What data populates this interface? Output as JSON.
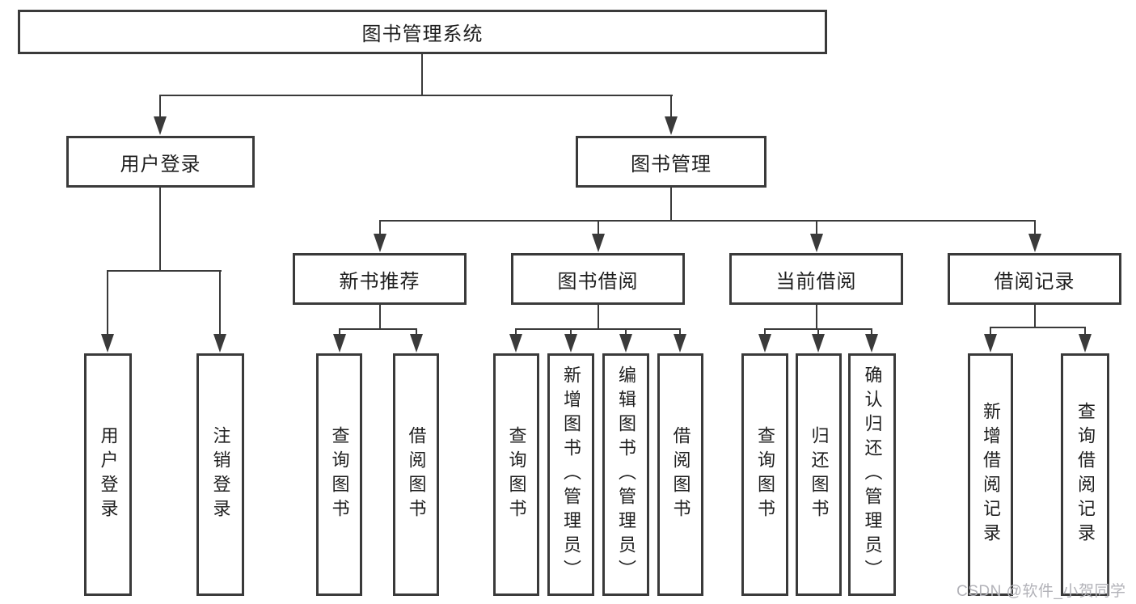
{
  "tree": {
    "root": {
      "label": "图书管理系统"
    },
    "branches": [
      {
        "label": "用户登录",
        "leaves": [
          {
            "label": "用户登录"
          },
          {
            "label": "注销登录"
          }
        ]
      },
      {
        "label": "图书管理",
        "groups": [
          {
            "label": "新书推荐",
            "leaves": [
              {
                "label": "查询图书"
              },
              {
                "label": "借阅图书"
              }
            ]
          },
          {
            "label": "图书借阅",
            "leaves": [
              {
                "label": "查询图书"
              },
              {
                "label": "新增图书（管理员）"
              },
              {
                "label": "编辑图书（管理员）"
              },
              {
                "label": "借阅图书"
              }
            ]
          },
          {
            "label": "当前借阅",
            "leaves": [
              {
                "label": "查询图书"
              },
              {
                "label": "归还图书"
              },
              {
                "label": "确认归还（管理员）"
              }
            ]
          },
          {
            "label": "借阅记录",
            "leaves": [
              {
                "label": "新增借阅记录"
              },
              {
                "label": "查询借阅记录"
              }
            ]
          }
        ]
      }
    ]
  },
  "watermark": {
    "text": "CSDN @软件_小贺同学"
  },
  "colors": {
    "line": "#3a3a3a",
    "text": "#1f1f1f",
    "background": "#ffffff",
    "watermark": "#b2b2b8"
  }
}
